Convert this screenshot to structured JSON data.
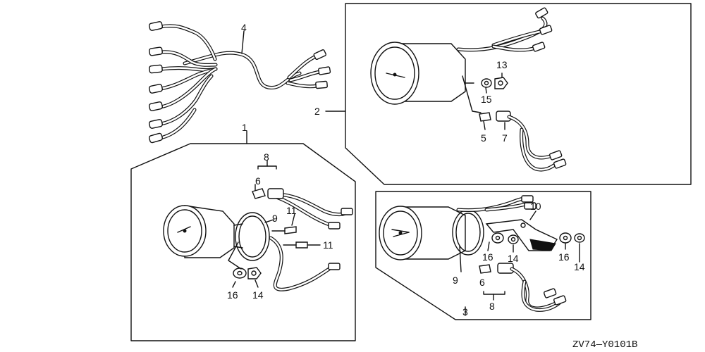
{
  "diagram_code": "ZV74—Y0101B",
  "callouts": {
    "c1": "1",
    "c2": "2",
    "c3": "3",
    "c4": "4",
    "c5": "5",
    "c6a": "6",
    "c6b": "6",
    "c7": "7",
    "c8a": "8",
    "c8b": "8",
    "c9a": "9",
    "c9b": "9",
    "c10": "10",
    "c11a": "11",
    "c11b": "11",
    "c13": "13",
    "c14a": "14",
    "c14b": "14",
    "c14c": "14",
    "c15": "15",
    "c16a": "16",
    "c16b": "16",
    "c16c": "16"
  }
}
